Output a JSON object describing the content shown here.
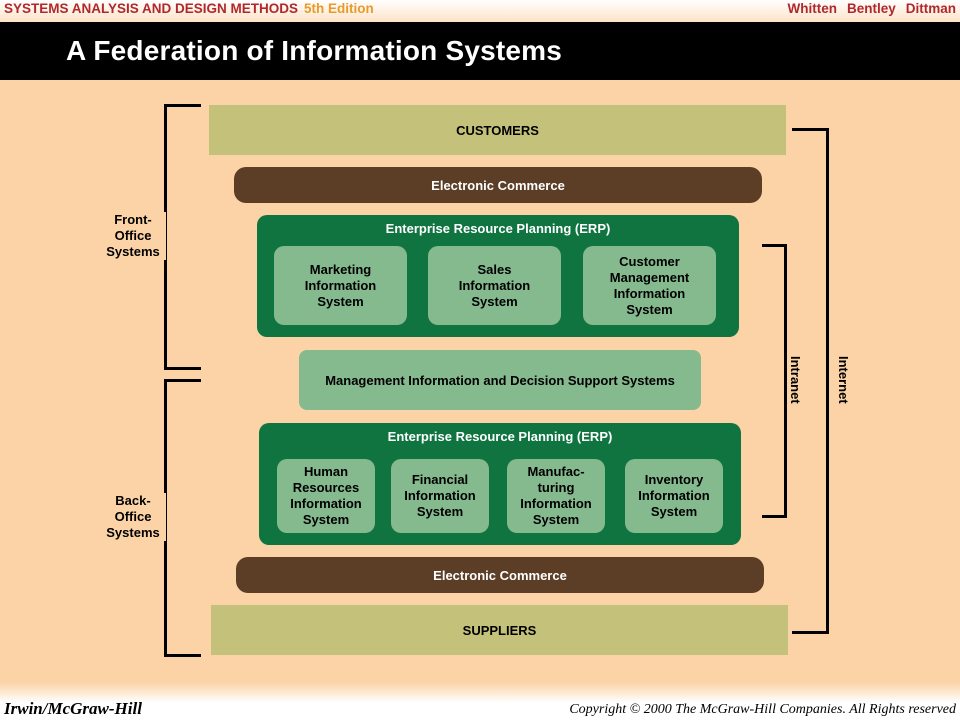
{
  "header": {
    "book_title": "SYSTEMS ANALYSIS AND DESIGN METHODS",
    "edition": "5th Edition",
    "authors": [
      "Whitten",
      "Bentley",
      "Dittman"
    ]
  },
  "slide_title": "A Federation of Information Systems",
  "diagram": {
    "customers": "CUSTOMERS",
    "ec_top": "Electronic Commerce",
    "erp_top": {
      "title": "Enterprise Resource Planning (ERP)",
      "systems": [
        "Marketing\nInformation\nSystem",
        "Sales\nInformation\nSystem",
        "Customer\nManagement\nInformation\nSystem"
      ]
    },
    "mis": "Management Information and Decision Support Systems",
    "erp_bottom": {
      "title": "Enterprise Resource Planning (ERP)",
      "systems": [
        "Human\nResources\nInformation\nSystem",
        "Financial\nInformation\nSystem",
        "Manufac-\nturing\nInformation\nSystem",
        "Inventory\nInformation\nSystem"
      ]
    },
    "ec_bottom": "Electronic Commerce",
    "suppliers": "SUPPLIERS",
    "front_office": "Front-\nOffice\nSystems",
    "back_office": "Back-\nOffice\nSystems",
    "intranet": "Intranet",
    "internet": "Internet"
  },
  "footer": {
    "publisher": "Irwin/McGraw-Hill",
    "copyright": "Copyright © 2000 The McGraw-Hill Companies. All Rights reserved"
  },
  "colors": {
    "background": "#fbd3a6",
    "party_box": "#c4c27a",
    "electronic_commerce": "#5c3d25",
    "erp": "#0f7440",
    "subsystem": "#85b98e",
    "header_red": "#b0282d",
    "edition_orange": "#e89a2a"
  }
}
